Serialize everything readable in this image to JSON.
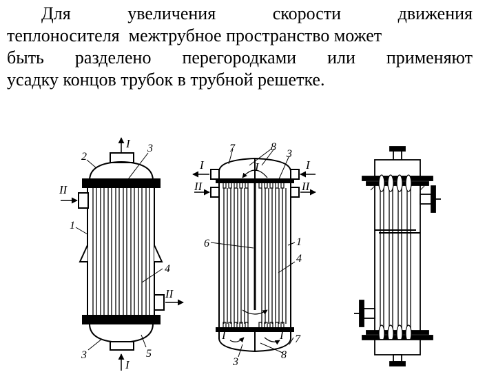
{
  "text": {
    "line1": [
      "Для",
      "увеличения",
      "скорости",
      "движения"
    ],
    "line2": "теплоносителя  межтрубное пространство может",
    "line3": [
      "быть",
      "разделено",
      "перегородками",
      "или",
      "применяют"
    ],
    "line4": "усадку концов трубок в трубной решетке."
  },
  "diagram_left": {
    "labels": {
      "n1": "1",
      "n2": "2",
      "n3_top": "3",
      "n3_bot": "3",
      "n4": "4",
      "n5": "5"
    },
    "flows": {
      "top": "I",
      "bottom": "I",
      "left": "II",
      "right": "II"
    }
  },
  "diagram_middle": {
    "labels": {
      "n1": "1",
      "n3_top": "3",
      "n3_bot": "3",
      "n4": "4",
      "n6": "6",
      "n7_top": "7",
      "n7_bot": "7",
      "n8_top": "8",
      "n8_bot": "8"
    },
    "flows": {
      "left_I": "I",
      "right_I": "I",
      "left_II": "II",
      "right_II": "II",
      "inner_top": "I",
      "inner_bl": "I",
      "inner_br": "I"
    }
  }
}
